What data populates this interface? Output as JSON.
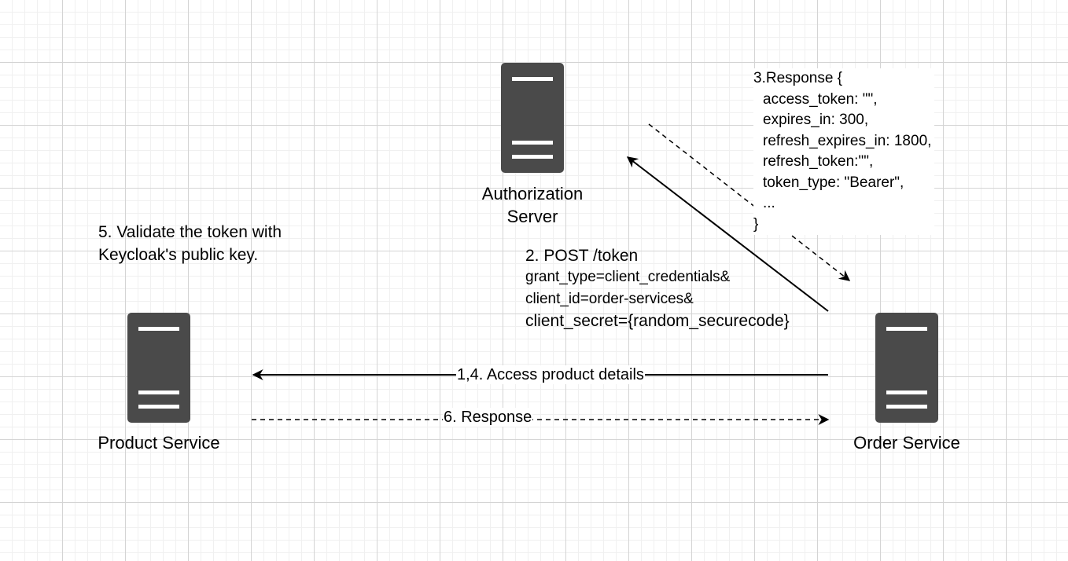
{
  "colors": {
    "server_fill": "#4a4a4a",
    "server_stripe": "#ffffff",
    "arrow": "#000000",
    "grid_major": "#d4d4d4",
    "grid_minor": "#f0f0f0"
  },
  "nodes": {
    "authorization": {
      "label_line1": "Authorization",
      "label_line2": "Server",
      "icon": "server-icon"
    },
    "product": {
      "label": "Product Service",
      "icon": "server-icon"
    },
    "order": {
      "label": "Order Service",
      "icon": "server-icon"
    }
  },
  "notes": {
    "validate": {
      "line1": "5. Validate the token with",
      "line2": "Keycloak's public key."
    },
    "post_token": {
      "title": "2. POST /token",
      "line1": "grant_type=client_credentials&",
      "line2": "client_id=order-services&",
      "line3": "client_secret={random_securecode}"
    },
    "response_body": {
      "title": "3.Response {",
      "line1": "access_token: \"\",",
      "line2": "expires_in: 300,",
      "line3": "refresh_expires_in: 1800,",
      "line4": "refresh_token:\"\",",
      "line5": "token_type: \"Bearer\",",
      "line6": "...",
      "close": "}"
    }
  },
  "edges": {
    "access_product": "1,4. Access product details",
    "response": "6. Response"
  }
}
